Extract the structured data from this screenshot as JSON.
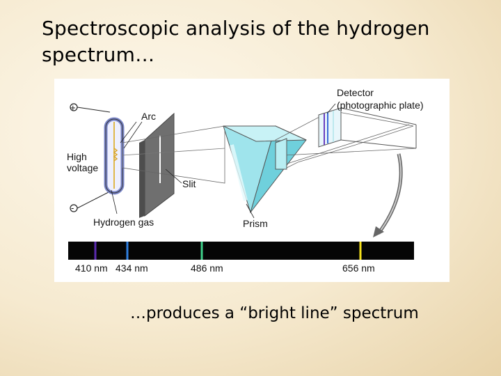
{
  "slide": {
    "title": "Spectroscopic analysis of the hydrogen spectrum…",
    "caption": "…produces a “bright line” spectrum"
  },
  "diagram": {
    "labels": {
      "detector_line1": "Detector",
      "detector_line2": "(photographic plate)",
      "arc": "Arc",
      "high_line1": "High",
      "high_line2": "voltage",
      "slit": "Slit",
      "hydrogen_gas": "Hydrogen gas",
      "prism": "Prism",
      "plus": "+",
      "minus": "-"
    },
    "spectrum": {
      "lines": [
        {
          "wavelength_nm": 410,
          "label": "410 nm",
          "color": "#5b2bb0"
        },
        {
          "wavelength_nm": 434,
          "label": "434 nm",
          "color": "#2f7fe0"
        },
        {
          "wavelength_nm": 486,
          "label": "486 nm",
          "color": "#3ed08a"
        },
        {
          "wavelength_nm": 656,
          "label": "656 nm",
          "color": "#f4e01a"
        }
      ]
    }
  }
}
